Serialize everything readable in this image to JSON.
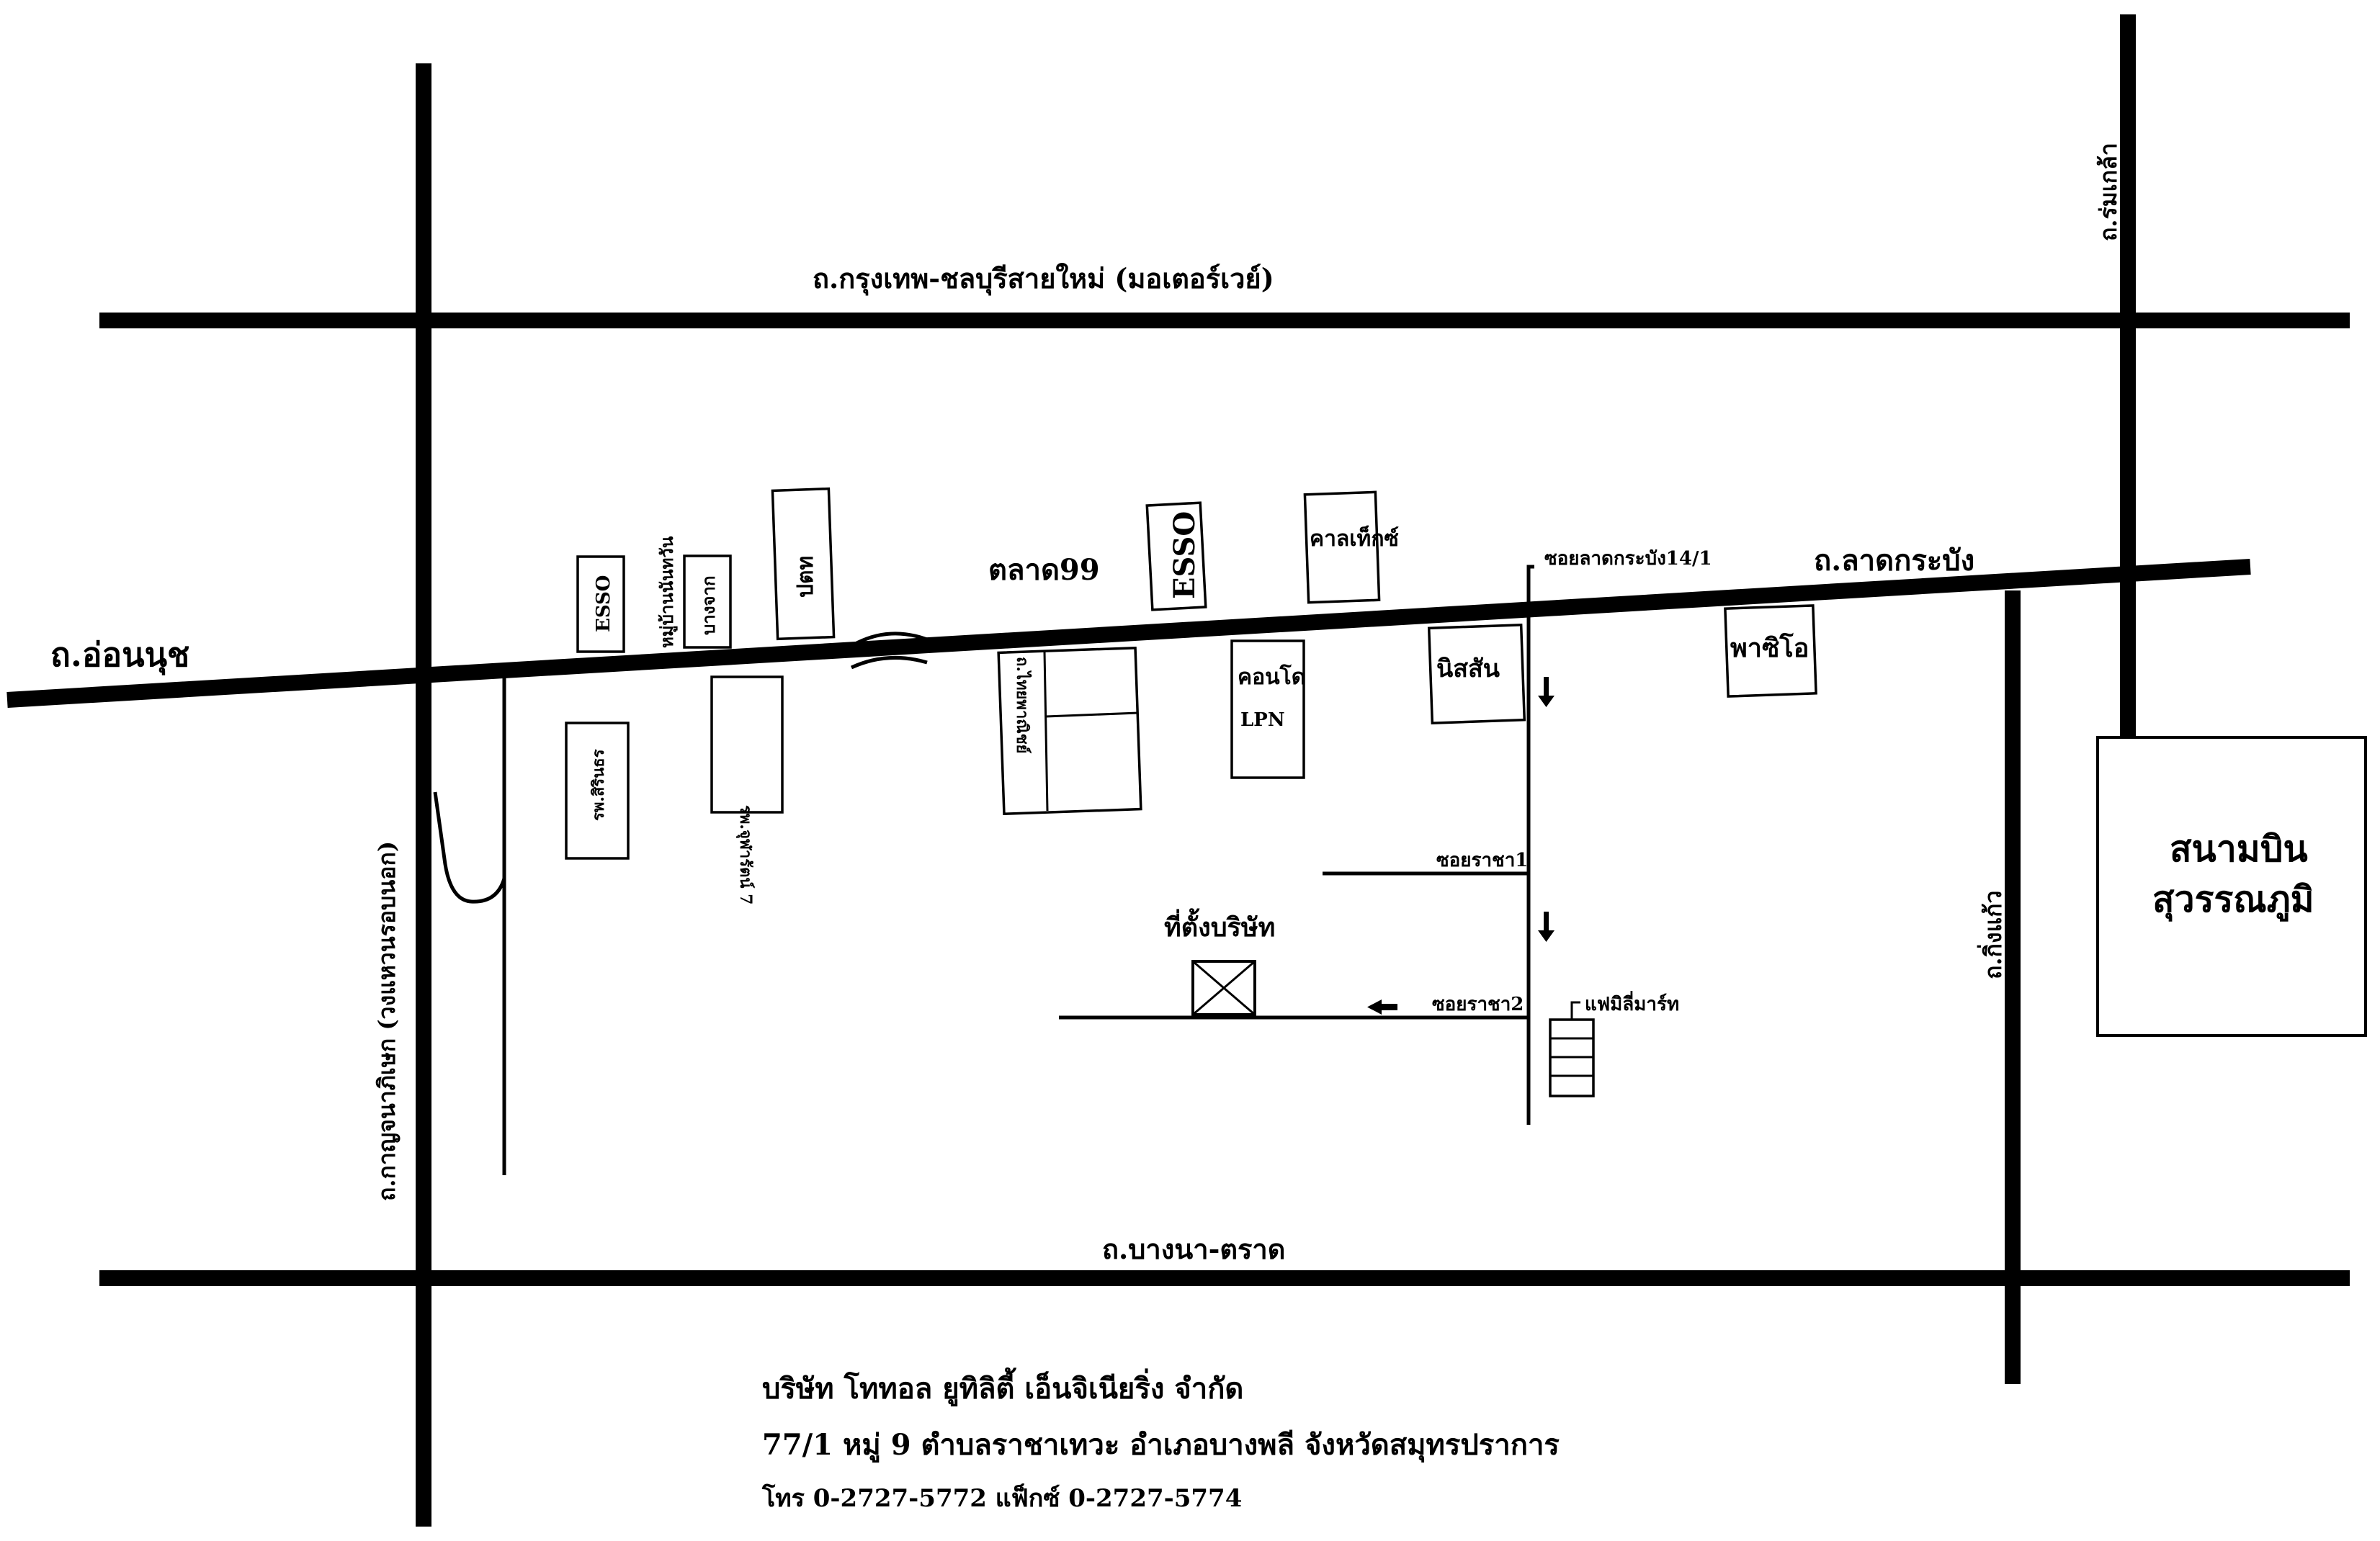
{
  "roads": {
    "motorway": "ถ.กรุงเทพ-ชลบุรีสายใหม่ (มอเตอร์เวย์)",
    "on_nut": "ถ.อ่อนนุช",
    "lat_krabang": "ถ.ลาดกระบัง",
    "bangna_trat": "ถ.บางนา-ตราด",
    "kanchanaphisek": "ถ.กาญจนาภิเษก (วงแหวนรอบนอก)",
    "rom_klao": "ถ.ร่มเกล้า",
    "king_kaeo": "ถ.กิ่งแก้ว",
    "soi_lat_krabang": "ซอยลาดกระบัง14/1",
    "soi_racha_1": "ซอยราชา1",
    "soi_racha_2": "ซอยราชา2"
  },
  "landmarks": {
    "esso_1": "ESSO",
    "village": "หมู่บ้านนันทวัน",
    "bang_chak": "บางจาก",
    "ptt": "ปตท",
    "talat": "ตลาด99",
    "esso_2": "ESSO",
    "caltex": "คาลเท็กซ์",
    "hosp_sirin": "รพ.สิรินธร",
    "hosp_chulaporn": "รพ.จุฬารัตน์ 7",
    "thai_panich": "ถ.ไทยพาณิชย์",
    "condo": "คอนโด",
    "lpn": "LPN",
    "nissan": "นิสสัน",
    "pacio": "พาซิโอ",
    "family_mart": "แฟมิลี่มาร์ท",
    "company_site": "ที่ตั้งบริษัท",
    "airport_line1": "สนามบิน",
    "airport_line2": "สุวรรณภูมิ"
  },
  "company": {
    "name": "บริษัท โททอล ยูทิลิตี้ เอ็นจิเนียริ่ง จำกัด",
    "address": "77/1 หมู่ 9 ตำบลราชาเทวะ อำเภอบางพลี จังหวัดสมุทรปราการ",
    "contact": "โทร 0-2727-5772  แฟ็กซ์  0-2727-5774"
  },
  "colors": {
    "ink": "#000000",
    "paper": "#ffffff"
  }
}
